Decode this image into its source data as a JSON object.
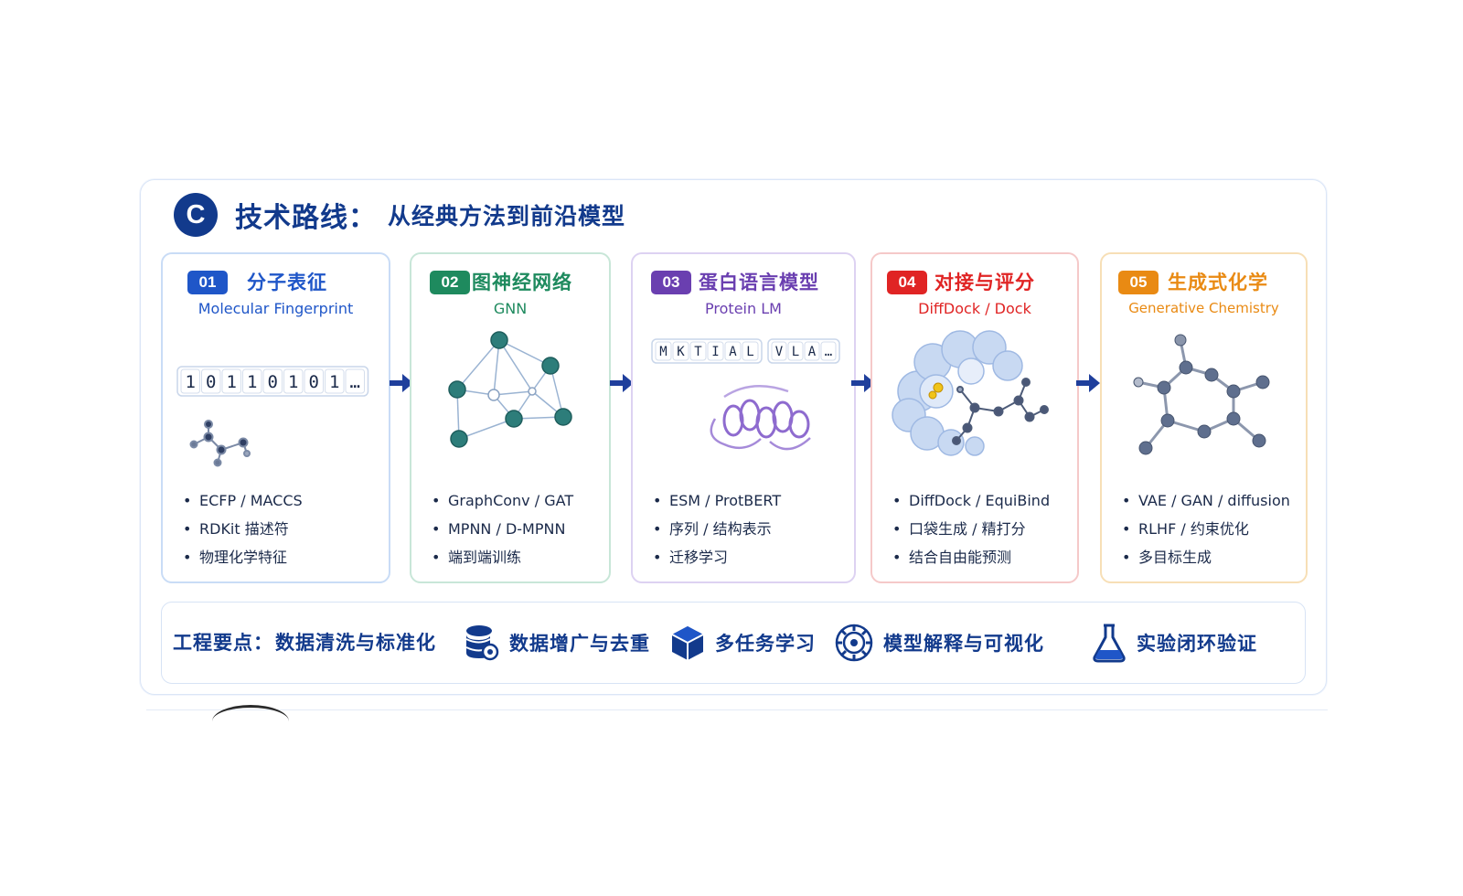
{
  "header": {
    "badge": "C",
    "title": "技术路线：",
    "subtitle": "从经典方法到前沿模型"
  },
  "colors": {
    "navy": "#123a8c",
    "card1": "#1f56c8",
    "card2": "#1e8a5e",
    "card3": "#6a3fb0",
    "card4": "#e02424",
    "card5": "#e98a13"
  },
  "cards": [
    {
      "num": "01",
      "title": "分子表征",
      "subtitle": "Molecular Fingerprint",
      "bits": [
        "1",
        "0",
        "1",
        "1",
        "0",
        "1",
        "0",
        "1",
        "…"
      ],
      "bullets": [
        "ECFP / MACCS",
        "RDKit 描述符",
        "物理化学特征"
      ]
    },
    {
      "num": "02",
      "title": "图神经网络",
      "subtitle": "GNN",
      "bullets": [
        "GraphConv / GAT",
        "MPNN / D-MPNN",
        "端到端训练"
      ]
    },
    {
      "num": "03",
      "title": "蛋白语言模型",
      "subtitle": "Protein LM",
      "tokens_a": [
        "M",
        "K",
        "T",
        "I",
        "A",
        "L"
      ],
      "tokens_b": [
        "V",
        "L",
        "A",
        "…"
      ],
      "bullets": [
        "ESM / ProtBERT",
        "序列 / 结构表示",
        "迁移学习"
      ]
    },
    {
      "num": "04",
      "title": "对接与评分",
      "subtitle": "DiffDock / Dock",
      "bullets": [
        "DiffDock / EquiBind",
        "口袋生成 / 精打分",
        "结合自由能预测"
      ]
    },
    {
      "num": "05",
      "title": "生成式化学",
      "subtitle": "Generative Chemistry",
      "bullets": [
        "VAE / GAN / diffusion",
        "RLHF / 约束优化",
        "多目标生成"
      ]
    }
  ],
  "engineering": {
    "label": "工程要点：",
    "first": "数据清洗与标准化",
    "items": [
      {
        "icon": "database-icon",
        "text": "数据增广与去重"
      },
      {
        "icon": "cube-icon",
        "text": "多任务学习"
      },
      {
        "icon": "gear-eye-icon",
        "text": "模型解释与可视化"
      },
      {
        "icon": "flask-icon",
        "text": "实验闭环验证"
      }
    ]
  }
}
